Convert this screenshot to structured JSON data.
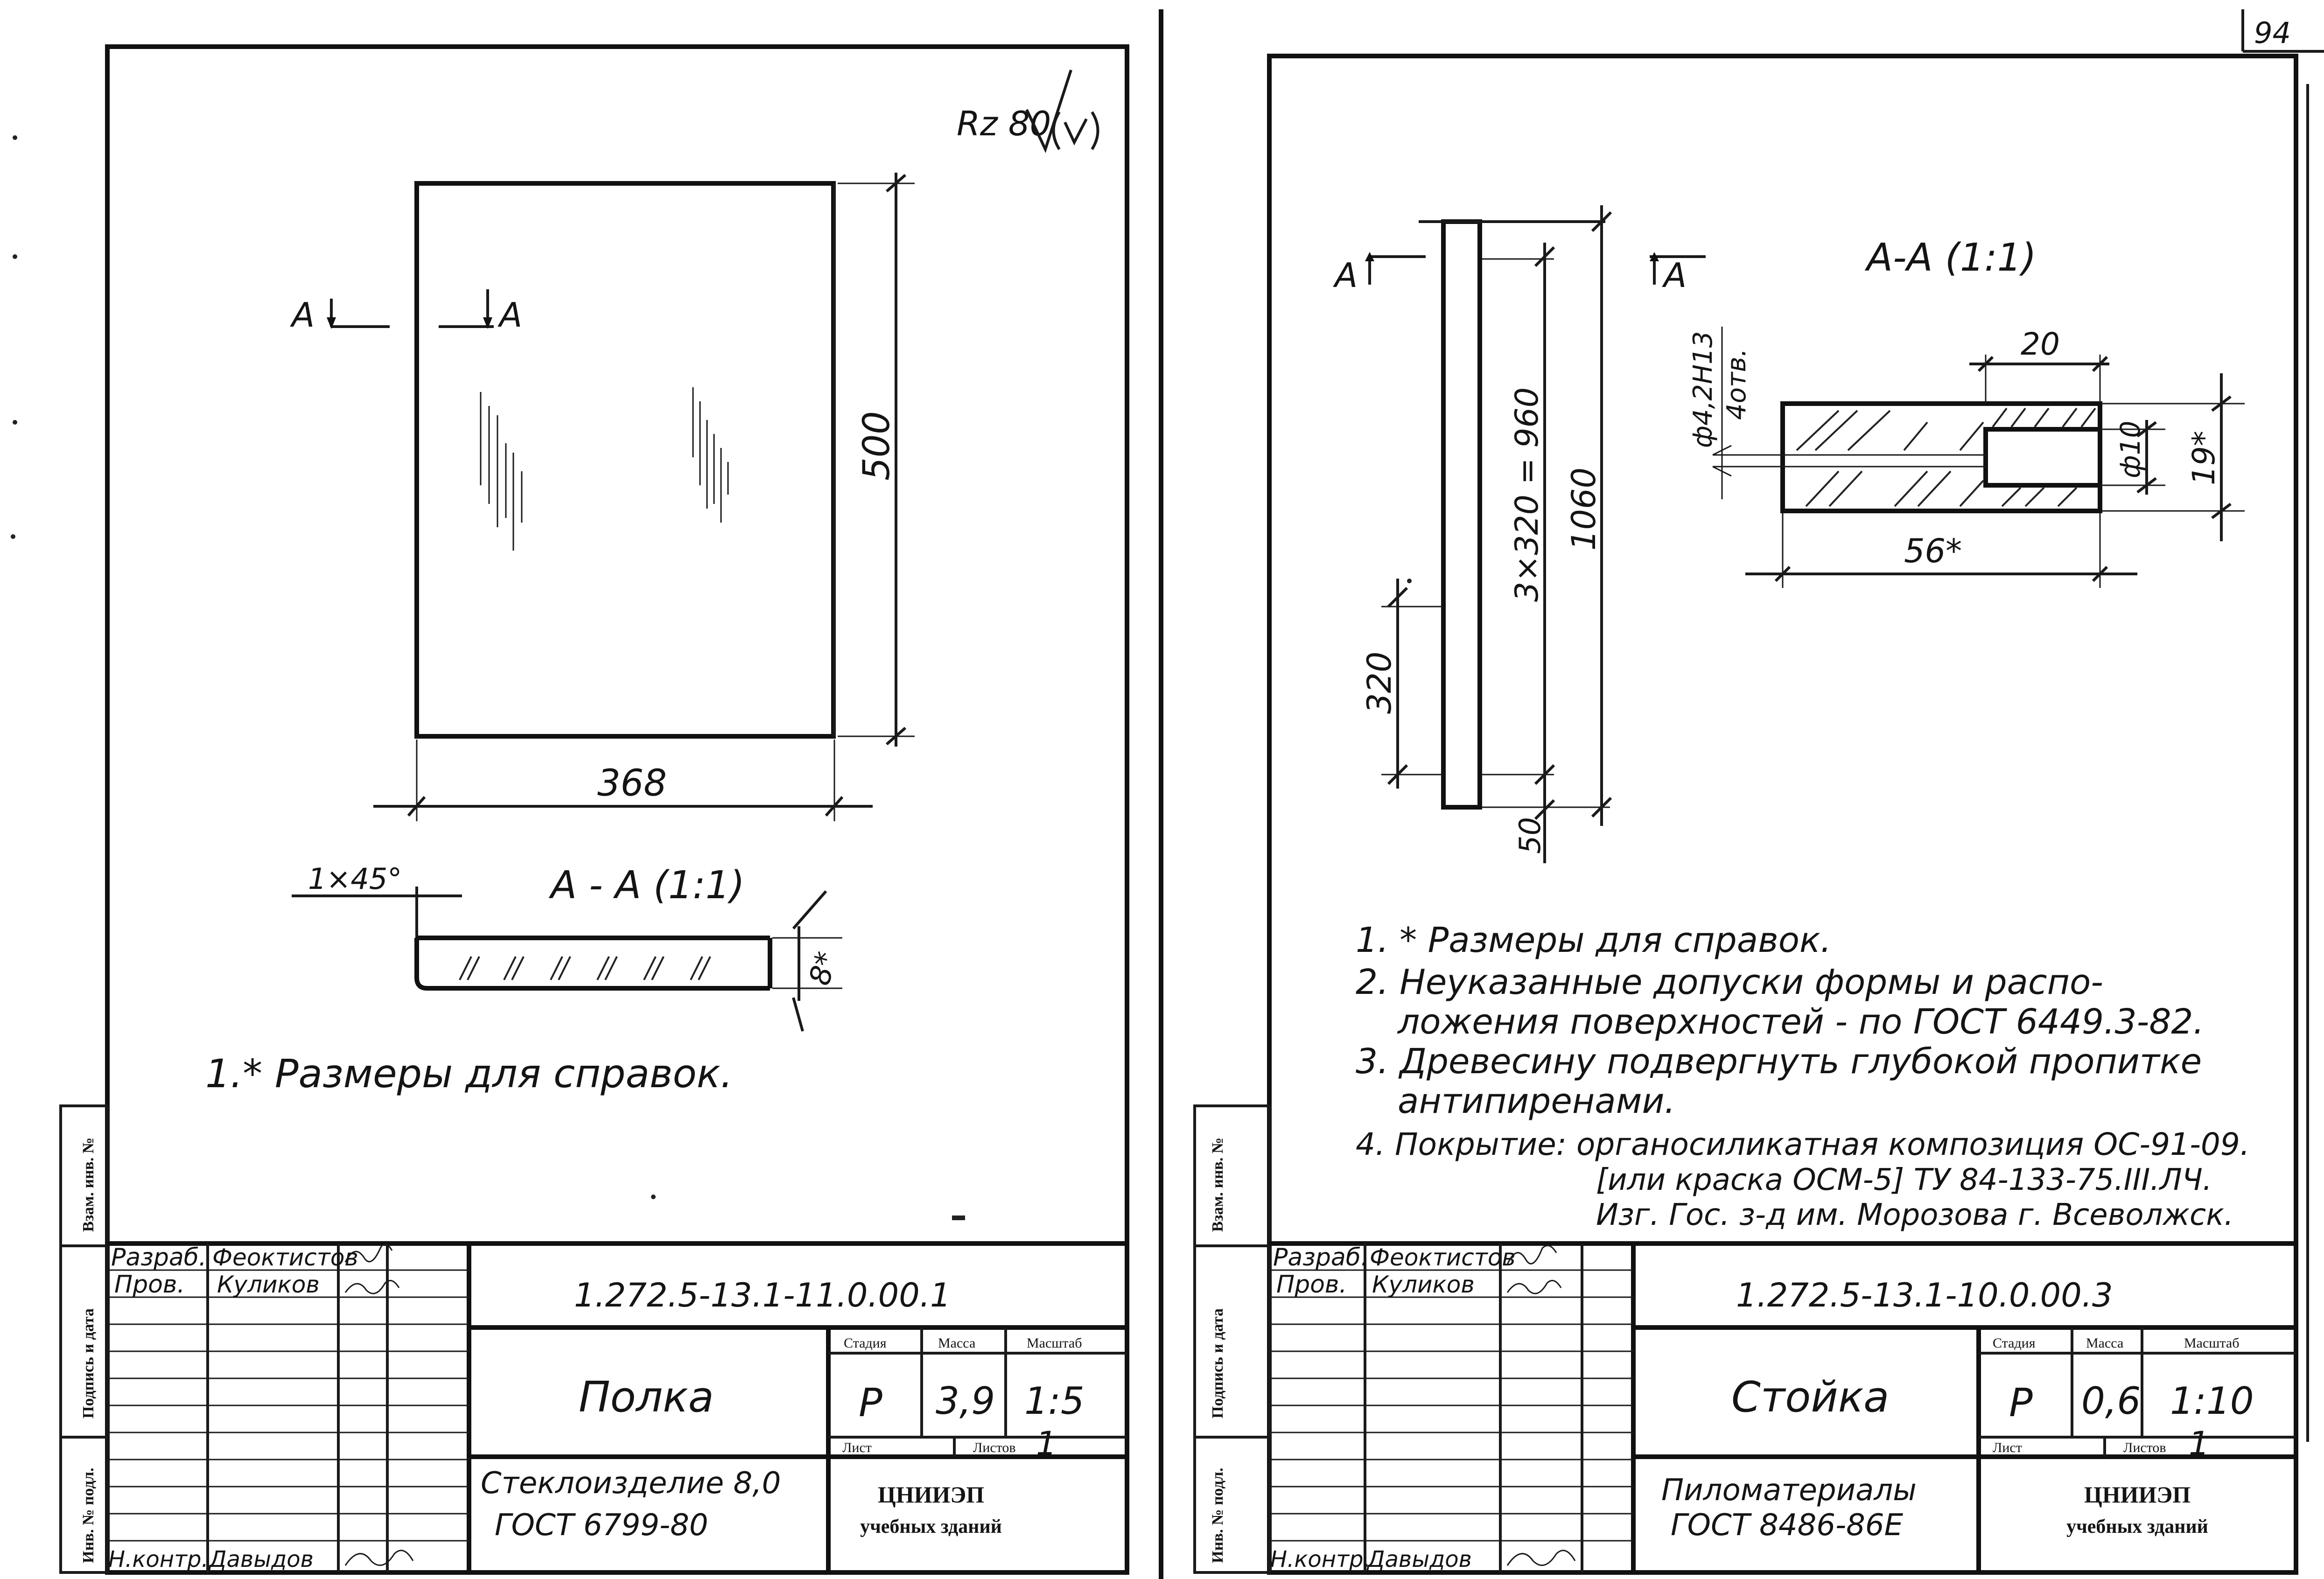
{
  "page_number": "94",
  "left_sheet": {
    "roughness": "Rz 80",
    "section_mark": "A",
    "dimensions": {
      "height": "500",
      "width": "368",
      "chamfer": "1×45°",
      "thickness": "8*"
    },
    "section_title": "A - A (1:1)",
    "note": "1.* Размеры для справок.",
    "title_block": {
      "designation": "1.272.5-13.1-11.0.00.1",
      "name": "Полка",
      "material_line1": "Стеклоизделие 8,0",
      "material_line2": "ГОСТ 6799-80",
      "stage_label": "Стадия",
      "mass_label": "Масса",
      "scale_label": "Масштаб",
      "stage": "Р",
      "mass": "3,9",
      "scale": "1:5",
      "sheet_label": "Лист",
      "sheets_label": "Листов",
      "sheets": "1",
      "org_line1": "ЦНИИЭП",
      "org_line2": "учебных зданий",
      "roles": {
        "developer": "Разраб.",
        "checker": "Пров.",
        "norm_control": "Н.контр."
      },
      "names": {
        "developer": "Феоктистов",
        "checker": "Куликов",
        "norm_control": "Давыдов"
      }
    },
    "side_stamp": [
      "Взам. инв. №",
      "Подпись и дата",
      "Инв. № подл."
    ]
  },
  "right_sheet": {
    "section_mark": "A",
    "dimensions": {
      "total": "1060",
      "pitch": "3×320 = 960",
      "segment": "320",
      "end": "50"
    },
    "section_title": "A-A (1:1)",
    "section_dims": {
      "hole_dia": "ф4,2Н13",
      "hole_count": "4отв.",
      "depth": "20",
      "inner_dia": "ф10",
      "height": "19*",
      "length": "56*"
    },
    "notes": [
      "1. * Размеры для справок.",
      "2. Неуказанные допуски формы и распо-",
      "ложения поверхностей - по ГОСТ 6449.3-82.",
      "3. Древесину подвергнуть глубокой пропитке",
      "антипиренами.",
      "4. Покрытие: органосиликатная композиция ОС-91-09.",
      "[или краска ОСМ-5] ТУ 84-133-75.III.ЛЧ.",
      "Изг. Гос. з-д им. Морозова г. Всеволжск."
    ],
    "title_block": {
      "designation": "1.272.5-13.1-10.0.00.3",
      "name": "Стойка",
      "material_line1": "Пиломатериалы",
      "material_line2": "ГОСТ 8486-86Е",
      "stage_label": "Стадия",
      "mass_label": "Масса",
      "scale_label": "Масштаб",
      "stage": "Р",
      "mass": "0,6",
      "scale": "1:10",
      "sheet_label": "Лист",
      "sheets_label": "Листов",
      "sheets": "1",
      "org_line1": "ЦНИИЭП",
      "org_line2": "учебных зданий",
      "roles": {
        "developer": "Разраб.",
        "checker": "Пров.",
        "norm_control": "Н.контр."
      },
      "names": {
        "developer": "Феоктистов",
        "checker": "Куликов",
        "norm_control": "Давыдов"
      }
    },
    "side_stamp": [
      "Взам. инв. №",
      "Подпись и дата",
      "Инв. № подл."
    ]
  }
}
